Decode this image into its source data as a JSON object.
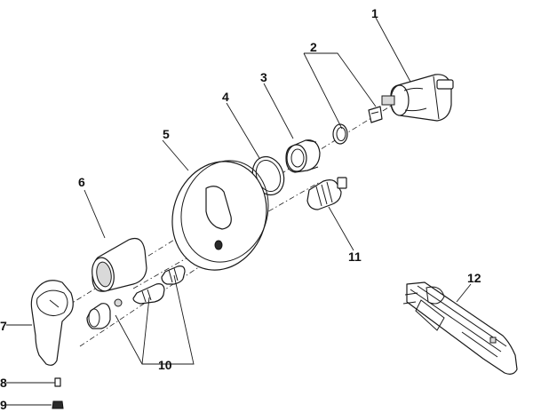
{
  "diagram": {
    "labels": {
      "p1": "1",
      "p2": "2",
      "p3": "3",
      "p4": "4",
      "p5": "5",
      "p6": "6",
      "p7": "7",
      "p8": "8",
      "p9": "9",
      "p10": "10",
      "p11": "11",
      "p12": "12"
    }
  }
}
